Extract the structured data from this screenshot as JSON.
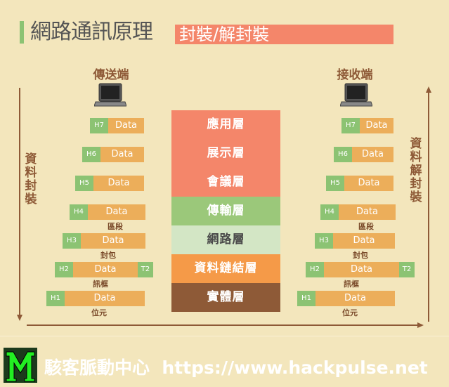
{
  "header": {
    "title": "網路通訊原理",
    "subtitle": "封裝/解封裝"
  },
  "sender": {
    "label": "傳送端"
  },
  "receiver": {
    "label": "接收端"
  },
  "layers": [
    {
      "name": "應用層",
      "color": "#f4866a"
    },
    {
      "name": "展示層",
      "color": "#f4866a"
    },
    {
      "name": "會議層",
      "color": "#f4866a"
    },
    {
      "name": "傳輸層",
      "color": "#9bc87a"
    },
    {
      "name": "網路層",
      "color": "#d3e6c5"
    },
    {
      "name": "資料鏈結層",
      "color": "#f59a48"
    },
    {
      "name": "實體層",
      "color": "#8e5a37"
    }
  ],
  "packets": [
    {
      "header": "H7",
      "data": "Data"
    },
    {
      "header": "H6",
      "data": "Data"
    },
    {
      "header": "H5",
      "data": "Data"
    },
    {
      "header": "H4",
      "data": "Data",
      "label": "區段"
    },
    {
      "header": "H3",
      "data": "Data",
      "label": "封包"
    },
    {
      "header": "H2",
      "data": "Data",
      "trailer": "T2",
      "label": "訊框"
    },
    {
      "header": "H1",
      "data": "Data",
      "label": "位元"
    }
  ],
  "left_axis": {
    "label": "資料封裝"
  },
  "right_axis": {
    "label": "資料解封裝"
  },
  "footer": {
    "text": "駭客脈動中心  https://www.hackpulse.net"
  }
}
